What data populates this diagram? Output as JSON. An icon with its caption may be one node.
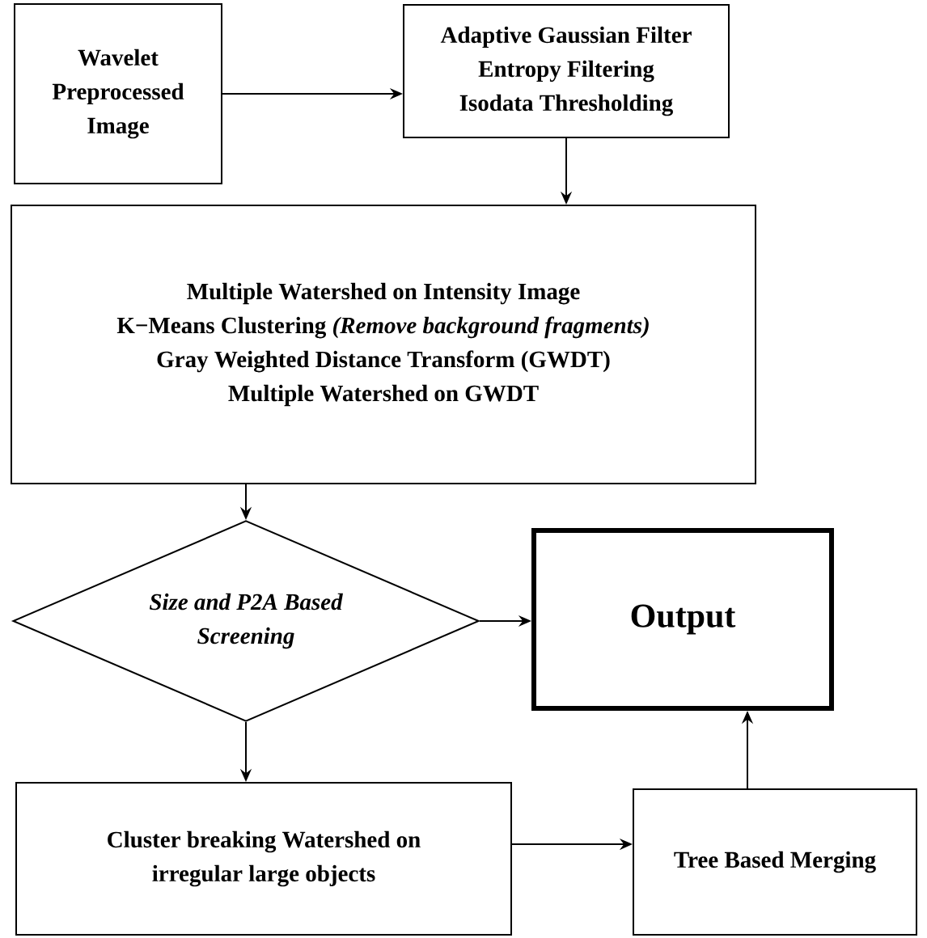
{
  "diagram": {
    "nodes": [
      {
        "text": [
          "Wavelet Preprocessed Image"
        ]
      },
      {
        "text": [
          "Adaptive Gaussian Filter",
          "Entropy Filtering",
          "Isodata Thresholding"
        ]
      },
      {
        "text": [
          "Multiple Watershed on Intensity Image",
          "K−Means Clustering  *(Remove background fragments)*",
          "Gray Weighted Distance Transform (GWDT)",
          "Multiple Watershed on GWDT"
        ]
      },
      {
        "text": [
          "Size and P2A Based Screening"
        ]
      },
      {
        "text": [
          "Output"
        ]
      },
      {
        "text": [
          "Cluster breaking Watershed on irregular large objects"
        ]
      },
      {
        "text": [
          "Tree Based Merging"
        ]
      }
    ],
    "edges": [
      {
        "from": 0,
        "to": 1,
        "arrow": "to"
      },
      {
        "from": 1,
        "to": 2,
        "arrow": "to"
      },
      {
        "from": 2,
        "to": 3,
        "arrow": "to"
      },
      {
        "from": 3,
        "to": 4,
        "arrow": "to"
      },
      {
        "from": 3,
        "to": 5,
        "arrow": "to"
      },
      {
        "from": 5,
        "to": 6,
        "arrow": "to"
      },
      {
        "from": 6,
        "to": 4,
        "arrow": "to"
      }
    ]
  }
}
